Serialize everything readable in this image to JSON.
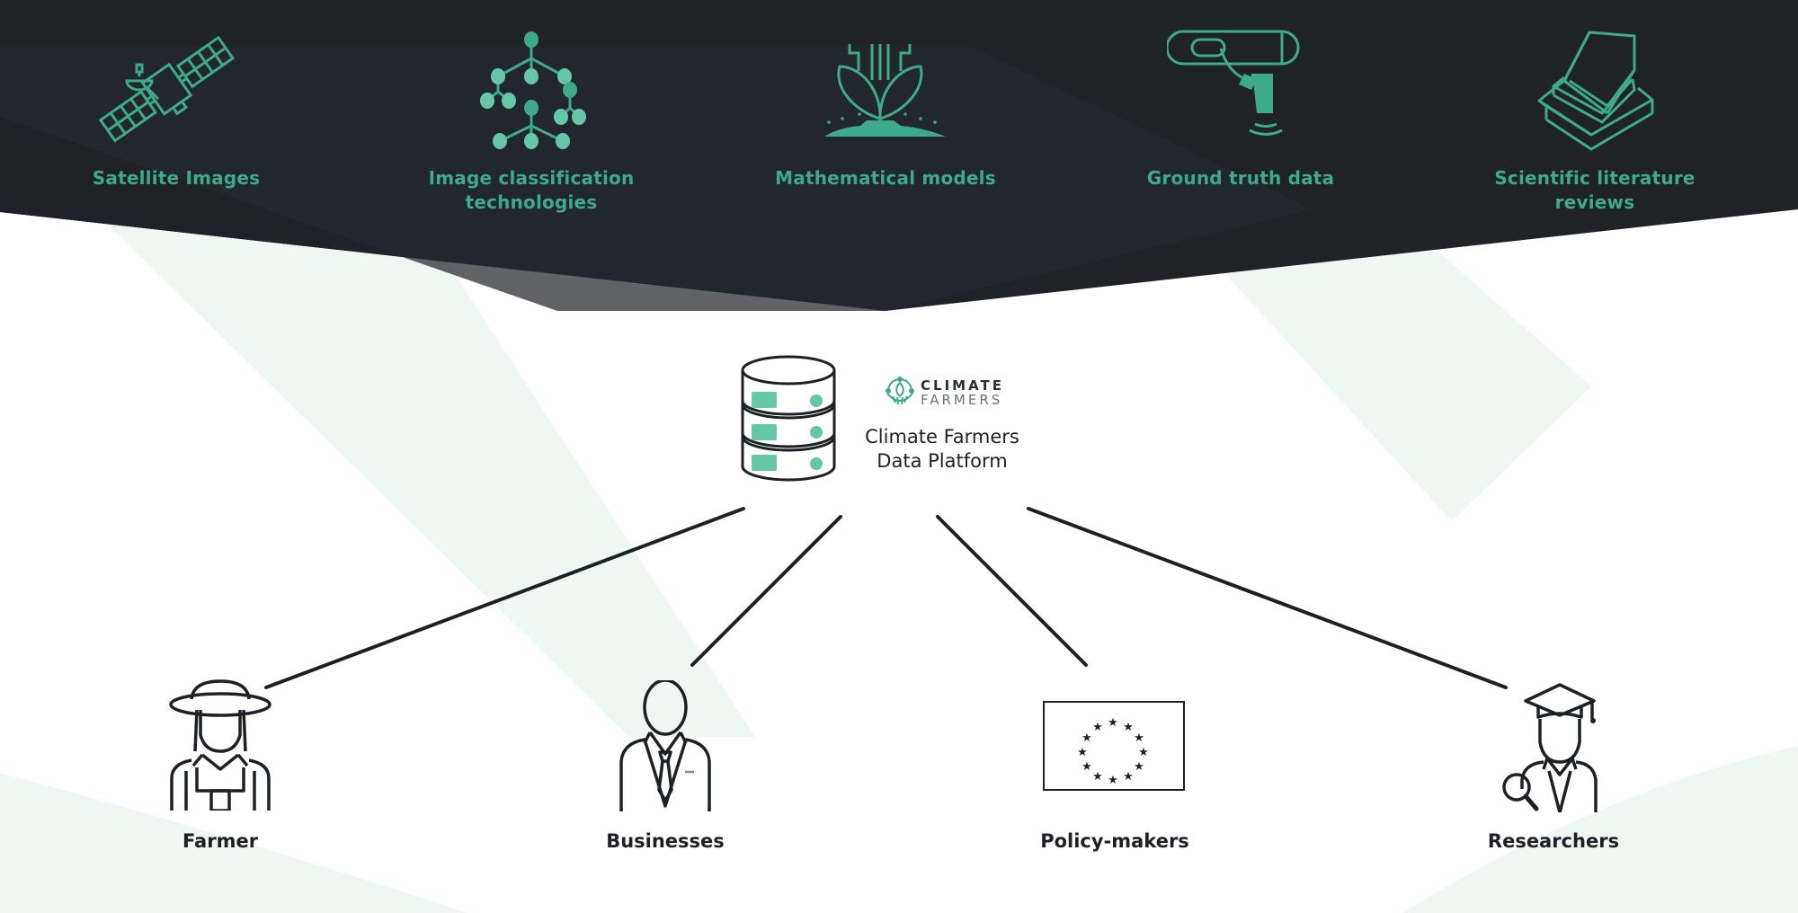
{
  "diagram": {
    "title": "Climate Farmers Data Platform",
    "colors": {
      "dark_band": "#1f2328",
      "dark_band_shade": "#252a30",
      "accent_green": "#3daa8a",
      "icon_fill_green": "#66c7a6",
      "light_green_bg": "#eef7f2",
      "line_dark": "#1d2126"
    },
    "sources": [
      {
        "id": "satellite",
        "icon": "satellite-icon",
        "label_line1": "Satellite Images",
        "label_line2": ""
      },
      {
        "id": "image-classification",
        "icon": "network-tree-icon",
        "label_line1": "Image classification",
        "label_line2": "technologies"
      },
      {
        "id": "math-models",
        "icon": "sprout-circuit-icon",
        "label_line1": "Mathematical models",
        "label_line2": ""
      },
      {
        "id": "ground-truth",
        "icon": "soil-sensor-icon",
        "label_line1": "Ground truth data",
        "label_line2": ""
      },
      {
        "id": "literature",
        "icon": "books-stack-icon",
        "label_line1": "Scientific literature",
        "label_line2": "reviews"
      }
    ],
    "platform": {
      "icon": "database-icon",
      "logo": {
        "line1": "CLIMATE",
        "line2": "FARMERS"
      },
      "title_line1": "Climate Farmers",
      "title_line2": "Data Platform"
    },
    "audiences": [
      {
        "id": "farmer",
        "icon": "farmer-icon",
        "label": "Farmer"
      },
      {
        "id": "businesses",
        "icon": "businessman-icon",
        "label": "Businesses"
      },
      {
        "id": "policy-makers",
        "icon": "eu-flag-icon",
        "label": "Policy-makers"
      },
      {
        "id": "researchers",
        "icon": "researcher-icon",
        "label": "Researchers"
      }
    ]
  }
}
